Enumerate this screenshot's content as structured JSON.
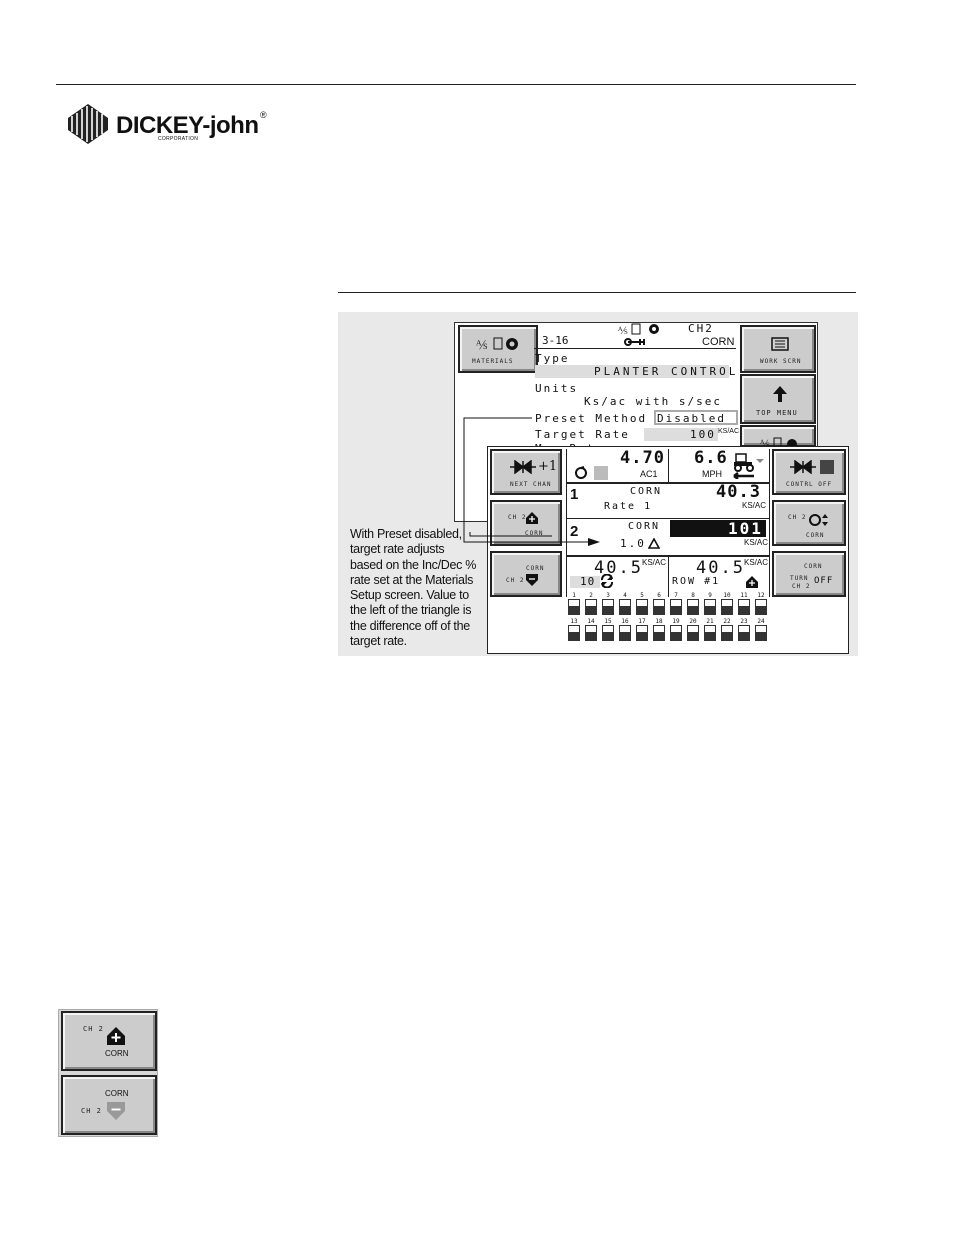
{
  "brand": {
    "name": "DICKEY-john",
    "registered": "®",
    "sub": "CORPORATION"
  },
  "back_screen": {
    "materials_key": "MATERIALS",
    "screen_id": "3-16",
    "channel": "CH2",
    "product": "CORN",
    "type_label": "Type",
    "type_value": "PLANTER CONTROL",
    "units_label": "Units",
    "units_value": "Ks/ac with s/sec",
    "preset_label": "Preset Method",
    "preset_value": "Disabled",
    "target_label": "Target Rate",
    "target_value": "100",
    "target_units": "KS/AC",
    "max_label": "Max Rate",
    "work_scrn_key": "WORK SCRN",
    "top_menu_key": "TOP MENU"
  },
  "front_screen": {
    "next_chan_label": "NEXT CHAN",
    "next_chan_icon": "+1",
    "area_value": "4.70",
    "area_units": "AC1",
    "speed_value": "6.6",
    "speed_units": "MPH",
    "contrl_off_label": "CONTRL OFF",
    "ch1_num": "1",
    "ch1_product": "CORN",
    "ch1_rate_label": "Rate 1",
    "ch1_value": "40.3",
    "ch1_units": "KS/AC",
    "ch2_key_top": "CH 2",
    "ch2_key_bottom": "CORN",
    "ch2_num": "2",
    "ch2_product": "CORN",
    "ch2_delta": "1.0",
    "ch2_value": "101",
    "ch2_units": "KS/AC",
    "ch2_right_key_top": "CH 2",
    "ch2_right_key_bottom": "CORN",
    "ch2_dec_key_top": "CORN",
    "ch2_dec_key_bottom": "CH 2",
    "pop_value": "40.5",
    "pop_units": "KS/AC",
    "pop_sub": "10",
    "row_value": "40.5",
    "row_units": "KS/AC",
    "row_label": "ROW #1",
    "turn_key_top": "CORN",
    "turn_key_line1": "TURN",
    "turn_key_line2": "CH 2",
    "turn_key_off": "OFF",
    "sections_top": [
      "1",
      "2",
      "3",
      "4",
      "5",
      "6",
      "7",
      "8",
      "9",
      "10",
      "11",
      "12"
    ],
    "sections_bottom": [
      "13",
      "14",
      "15",
      "16",
      "17",
      "18",
      "19",
      "20",
      "21",
      "22",
      "23",
      "24"
    ]
  },
  "callout_text": "With Preset disabled, target rate adjusts based on the Inc/Dec % rate set at the Materials Setup screen. Value to the left of the triangle is the difference off of the target rate.",
  "side_keys": {
    "inc_top": "CH 2",
    "inc_bottom": "CORN",
    "dec_top": "CORN",
    "dec_bottom": "CH 2"
  }
}
